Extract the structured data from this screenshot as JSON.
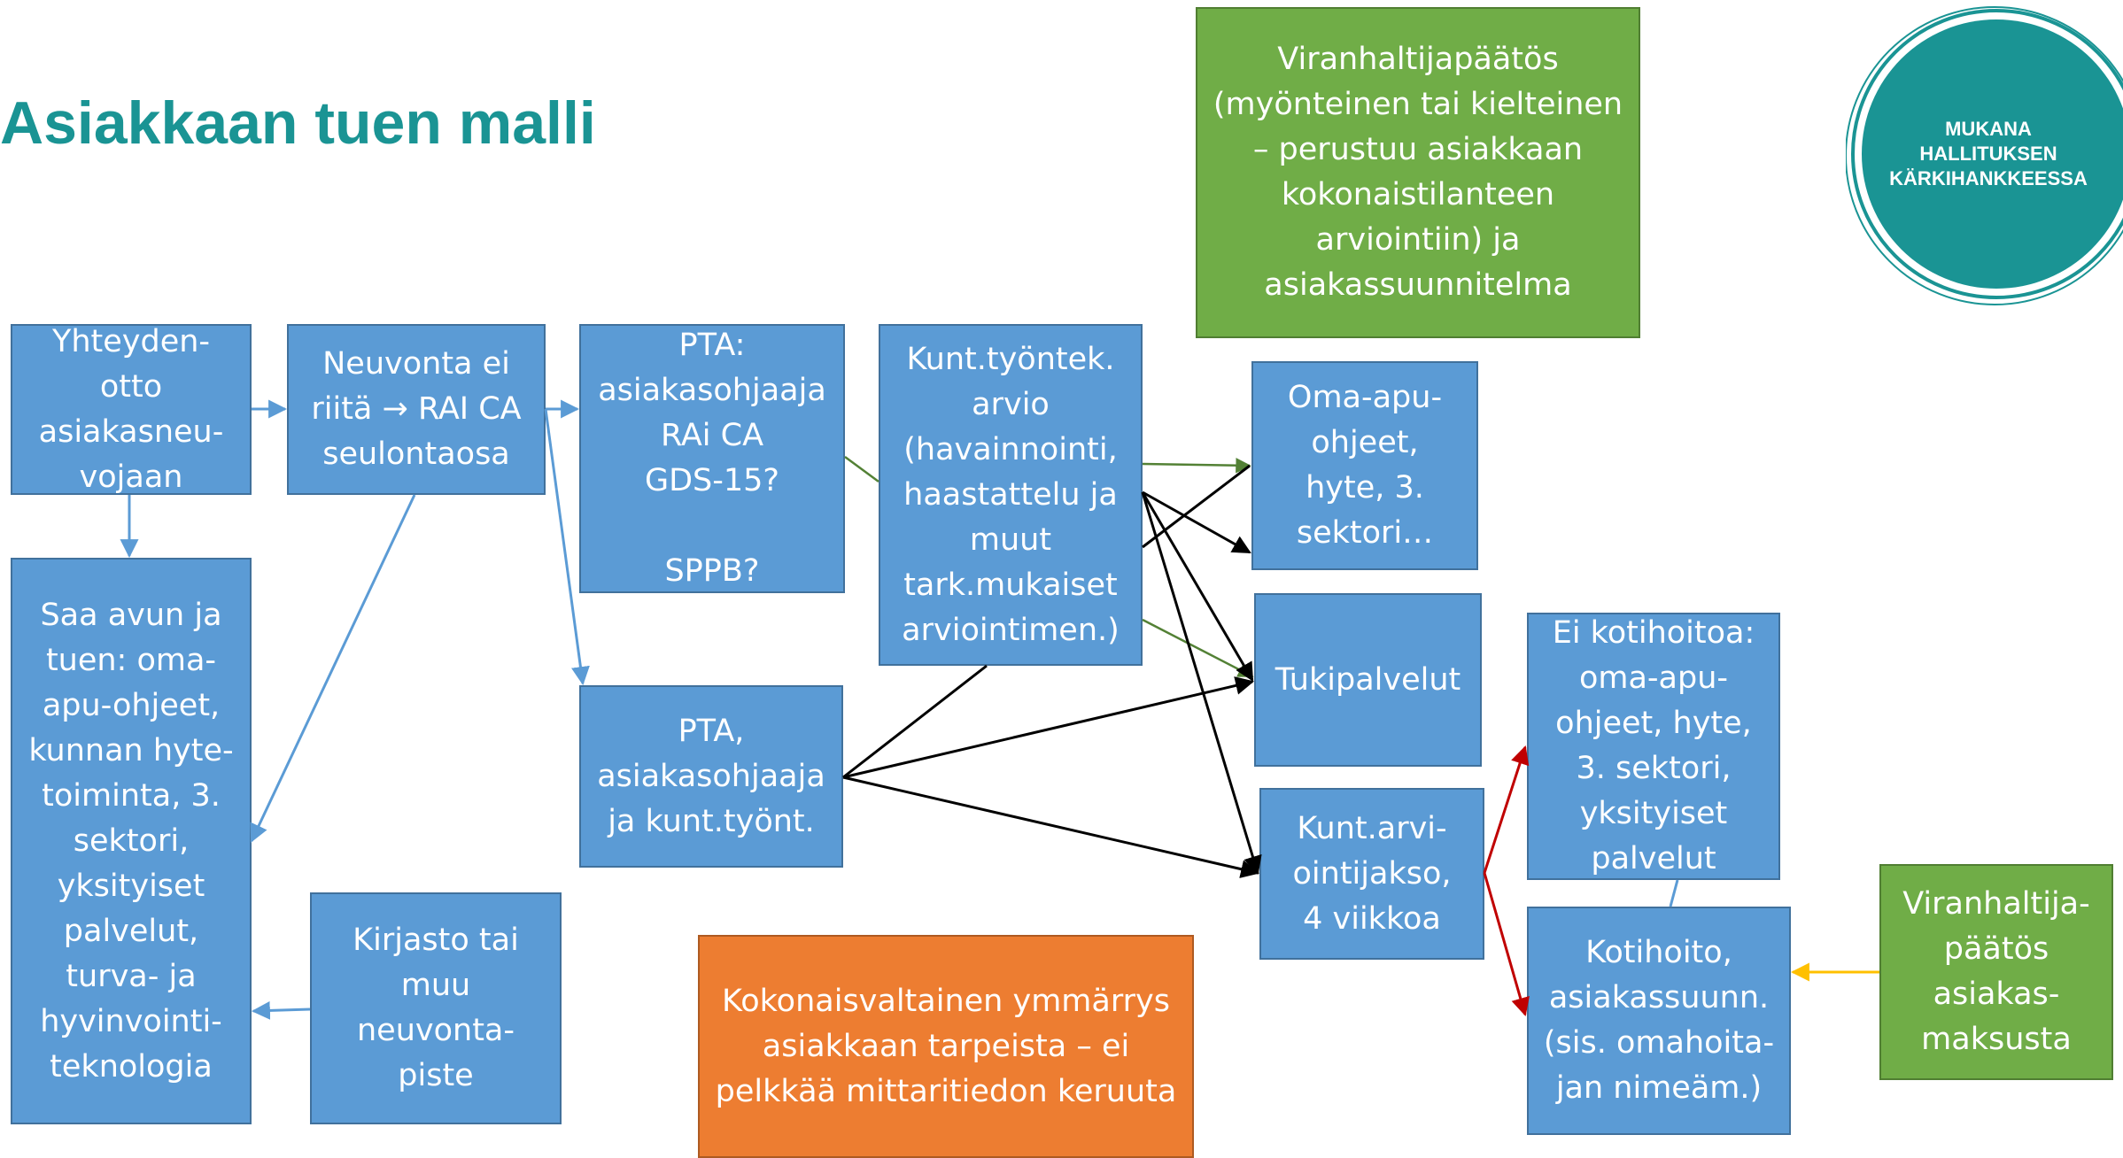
{
  "title": "Asiakkaan tuen malli",
  "logo": {
    "text": "MUKANA\nHALLITUKSEN\nKÄRKIHANKKEESSA",
    "color": "#1a9494"
  },
  "boxes": {
    "yhteydenotto": "Yhteyden-\notto\nasiakasneu-\nvojaan",
    "neuvonta": "Neuvonta ei\nriitä → RAI CA\nseulontaosa",
    "pta_rai": "PTA:\nasiakasohjaaja\nRAi CA\nGDS-15?\n\nSPPB?",
    "kunt_arvio": "Kunt.työntek.\narvio\n(havainnointi,\nhaastattelu ja\nmuut\ntark.mukaiset\narviointimen.)",
    "viranhaltija_top": "Viranhaltijapäätös\n(myönteinen tai kielteinen\n– perustuu asiakkaan\nkokonaistilanteen\narviointiin) ja\nasiakassuunnitelma",
    "oma_apu": "Oma-apu-\nohjeet,\nhyte, 3.\nsektori…",
    "saa_avun": "Saa avun ja\ntuen: oma-\napu-ohjeet,\nkunnan hyte-\ntoiminta, 3.\nsektori,\nyksityiset\npalvelut,\nturva- ja\nhyvinvointi-\nteknologia",
    "tukipalvelut": "Tukipalvelut",
    "ei_kotihoitoa": "Ei kotihoitoa:\noma-apu-\nohjeet, hyte,\n3. sektori,\nyksityiset\npalvelut",
    "pta_kunt": "PTA,\nasiakasohjaaja\nja kunt.työnt.",
    "kunt_arviointijakso": "Kunt.arvi-\nointijakso,\n4 viikkoa",
    "kirjasto": "Kirjasto tai\nmuu\nneuvonta-\npiste",
    "kokonaisvaltainen": "Kokonaisvaltainen ymmärrys\nasiakkaan tarpeista – ei\npelkkää mittaritiedon keruuta",
    "kotihoito": "Kotihoito,\nasiakassuunn.\n(sis. omahoita-\njan nimeäm.)",
    "viranhaltija_maksu": "Viranhaltija-\npäätös\nasiakas-\nmaksusta"
  },
  "colors": {
    "blue": "#5b9bd5",
    "green": "#70ad47",
    "orange": "#ed7d31",
    "title": "#1a9494",
    "arrow_blue": "#5b9bd5",
    "arrow_black": "#000000",
    "arrow_green": "#538135",
    "arrow_red": "#c00000",
    "arrow_gold": "#ffc000"
  }
}
